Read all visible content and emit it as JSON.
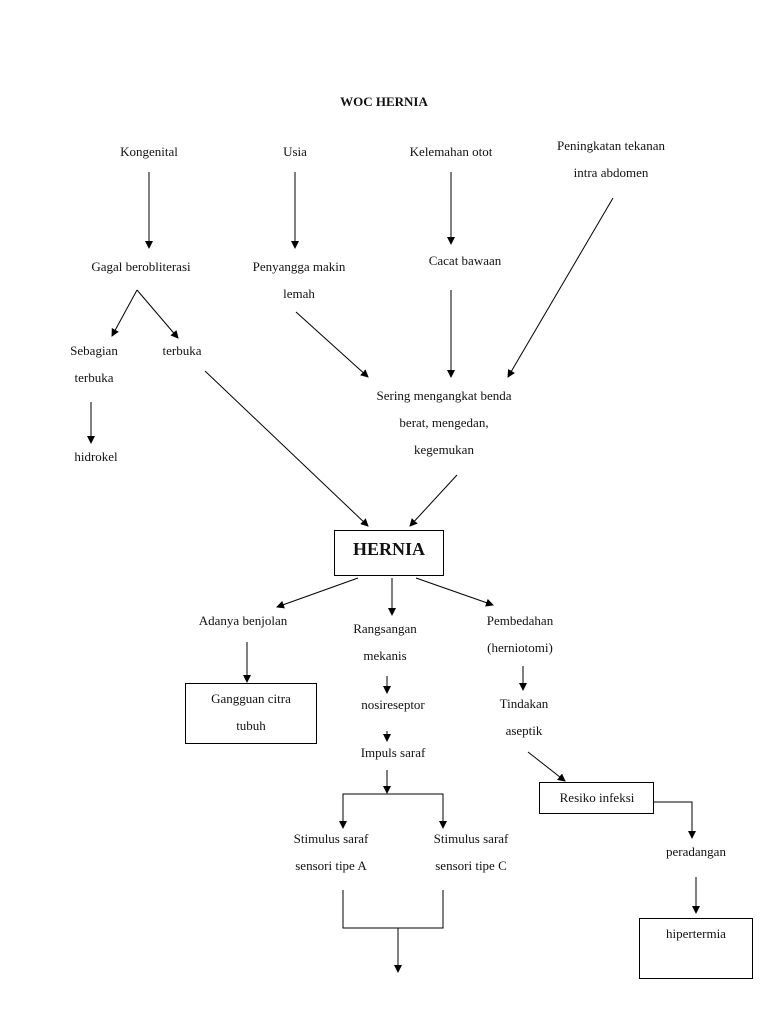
{
  "title": "WOC HERNIA",
  "causes": {
    "kongenital": "Kongenital",
    "usia": "Usia",
    "kelemahan_otot": "Kelemahan otot",
    "peningkatan_tekanan": [
      "Peningkatan tekanan",
      "intra abdomen"
    ]
  },
  "level2": {
    "gagal_berobliterasi": "Gagal berobliterasi",
    "penyangga": [
      "Penyangga makin",
      "lemah"
    ],
    "cacat_bawaan": "Cacat bawaan"
  },
  "level3": {
    "sebagian_terbuka": [
      "Sebagian",
      "terbuka"
    ],
    "terbuka": "terbuka",
    "sering": [
      "Sering mengangkat benda",
      "berat, mengedan,",
      "kegemukan"
    ],
    "hidrokel": "hidrokel"
  },
  "center": "HERNIA",
  "branches": {
    "benjolan": "Adanya benjolan",
    "gangguan_citra": [
      "Gangguan citra",
      "tubuh"
    ],
    "rangsangan": [
      "Rangsangan",
      "mekanis"
    ],
    "nosireseptor": "nosireseptor",
    "impuls": "Impuls saraf",
    "stimulus_a": [
      "Stimulus saraf",
      "sensori tipe A"
    ],
    "stimulus_c": [
      "Stimulus saraf",
      "sensori tipe C"
    ],
    "pembedahan": [
      "Pembedahan",
      "(herniotomi)"
    ],
    "tindakan": [
      "Tindakan",
      "aseptik"
    ],
    "resiko_infeksi": "Resiko infeksi",
    "peradangan": "peradangan",
    "hipertermia": "hipertermia"
  }
}
